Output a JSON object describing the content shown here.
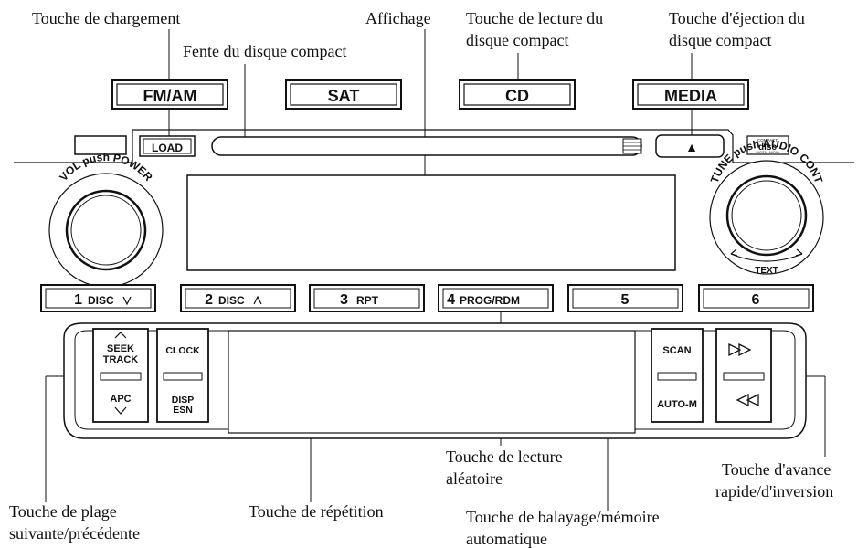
{
  "callouts": {
    "touche_chargement": "Touche de chargement",
    "fente_disque": "Fente du disque compact",
    "affichage": "Affichage",
    "lecture_cd_1": "Touche de lecture du",
    "lecture_cd_2": "disque compact",
    "ejection_1": "Touche d'éjection du",
    "ejection_2": "disque compact",
    "plage_1": "Touche de plage",
    "plage_2": "suivante/précédente",
    "repetition": "Touche de répétition",
    "aleatoire_1": "Touche de lecture",
    "aleatoire_2": "aléatoire",
    "balayage_1": "Touche de balayage/mémoire",
    "balayage_2": "automatique",
    "avance_1": "Touche d'avance",
    "avance_2": "rapide/d'inversion"
  },
  "source_buttons": {
    "fm_am": "FM/AM",
    "sat": "SAT",
    "cd": "CD",
    "media": "MEDIA"
  },
  "cd_panel": {
    "load": "LOAD",
    "eject_glyph": "▲",
    "logo_line1": "COMPACT",
    "logo_line2": "disc",
    "logo_line3": "DIGITAL AUDIO"
  },
  "knobs": {
    "left_ring": "VOL push POWER",
    "right_ring": "TUNE push AUDIO CONT",
    "right_bottom": "TEXT"
  },
  "preset_buttons": {
    "p1_num": "1",
    "p1_label": "DISC",
    "p2_num": "2",
    "p2_label": "DISC",
    "p3_num": "3",
    "p3_label": "RPT",
    "p4_num": "4",
    "p4_label": "PROG/RDM",
    "p5_num": "5",
    "p6_num": "6"
  },
  "lower_panel": {
    "seek_1": "SEEK",
    "seek_2": "TRACK",
    "apc": "APC",
    "clock": "CLOCK",
    "disp": "DISP",
    "esn": "ESN",
    "scan": "SCAN",
    "auto_m": "AUTO-M"
  }
}
